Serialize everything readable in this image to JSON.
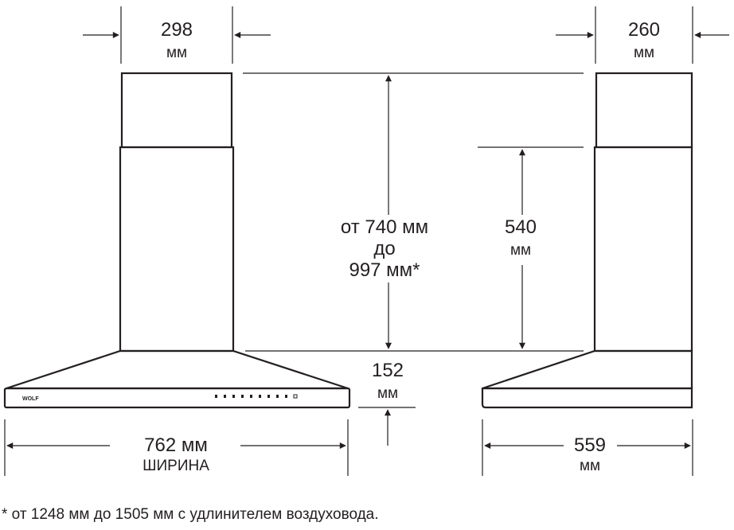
{
  "front": {
    "top_width": [
      "298",
      "мм"
    ],
    "height_range": [
      "от 740 мм",
      "до",
      "997 мм*"
    ],
    "hood_height": [
      "152",
      "мм"
    ],
    "width": [
      "762 мм",
      "ШИРИНА"
    ],
    "brand": "WOLF"
  },
  "side": {
    "top_depth": [
      "260",
      "мм"
    ],
    "chimney_lower": [
      "540",
      "мм"
    ],
    "depth": [
      "559",
      "мм"
    ]
  },
  "footnote": "* от 1248 мм до 1505 мм с удлинителем воздуховода.",
  "colors": {
    "line": "#231f20",
    "background": "#ffffff"
  }
}
